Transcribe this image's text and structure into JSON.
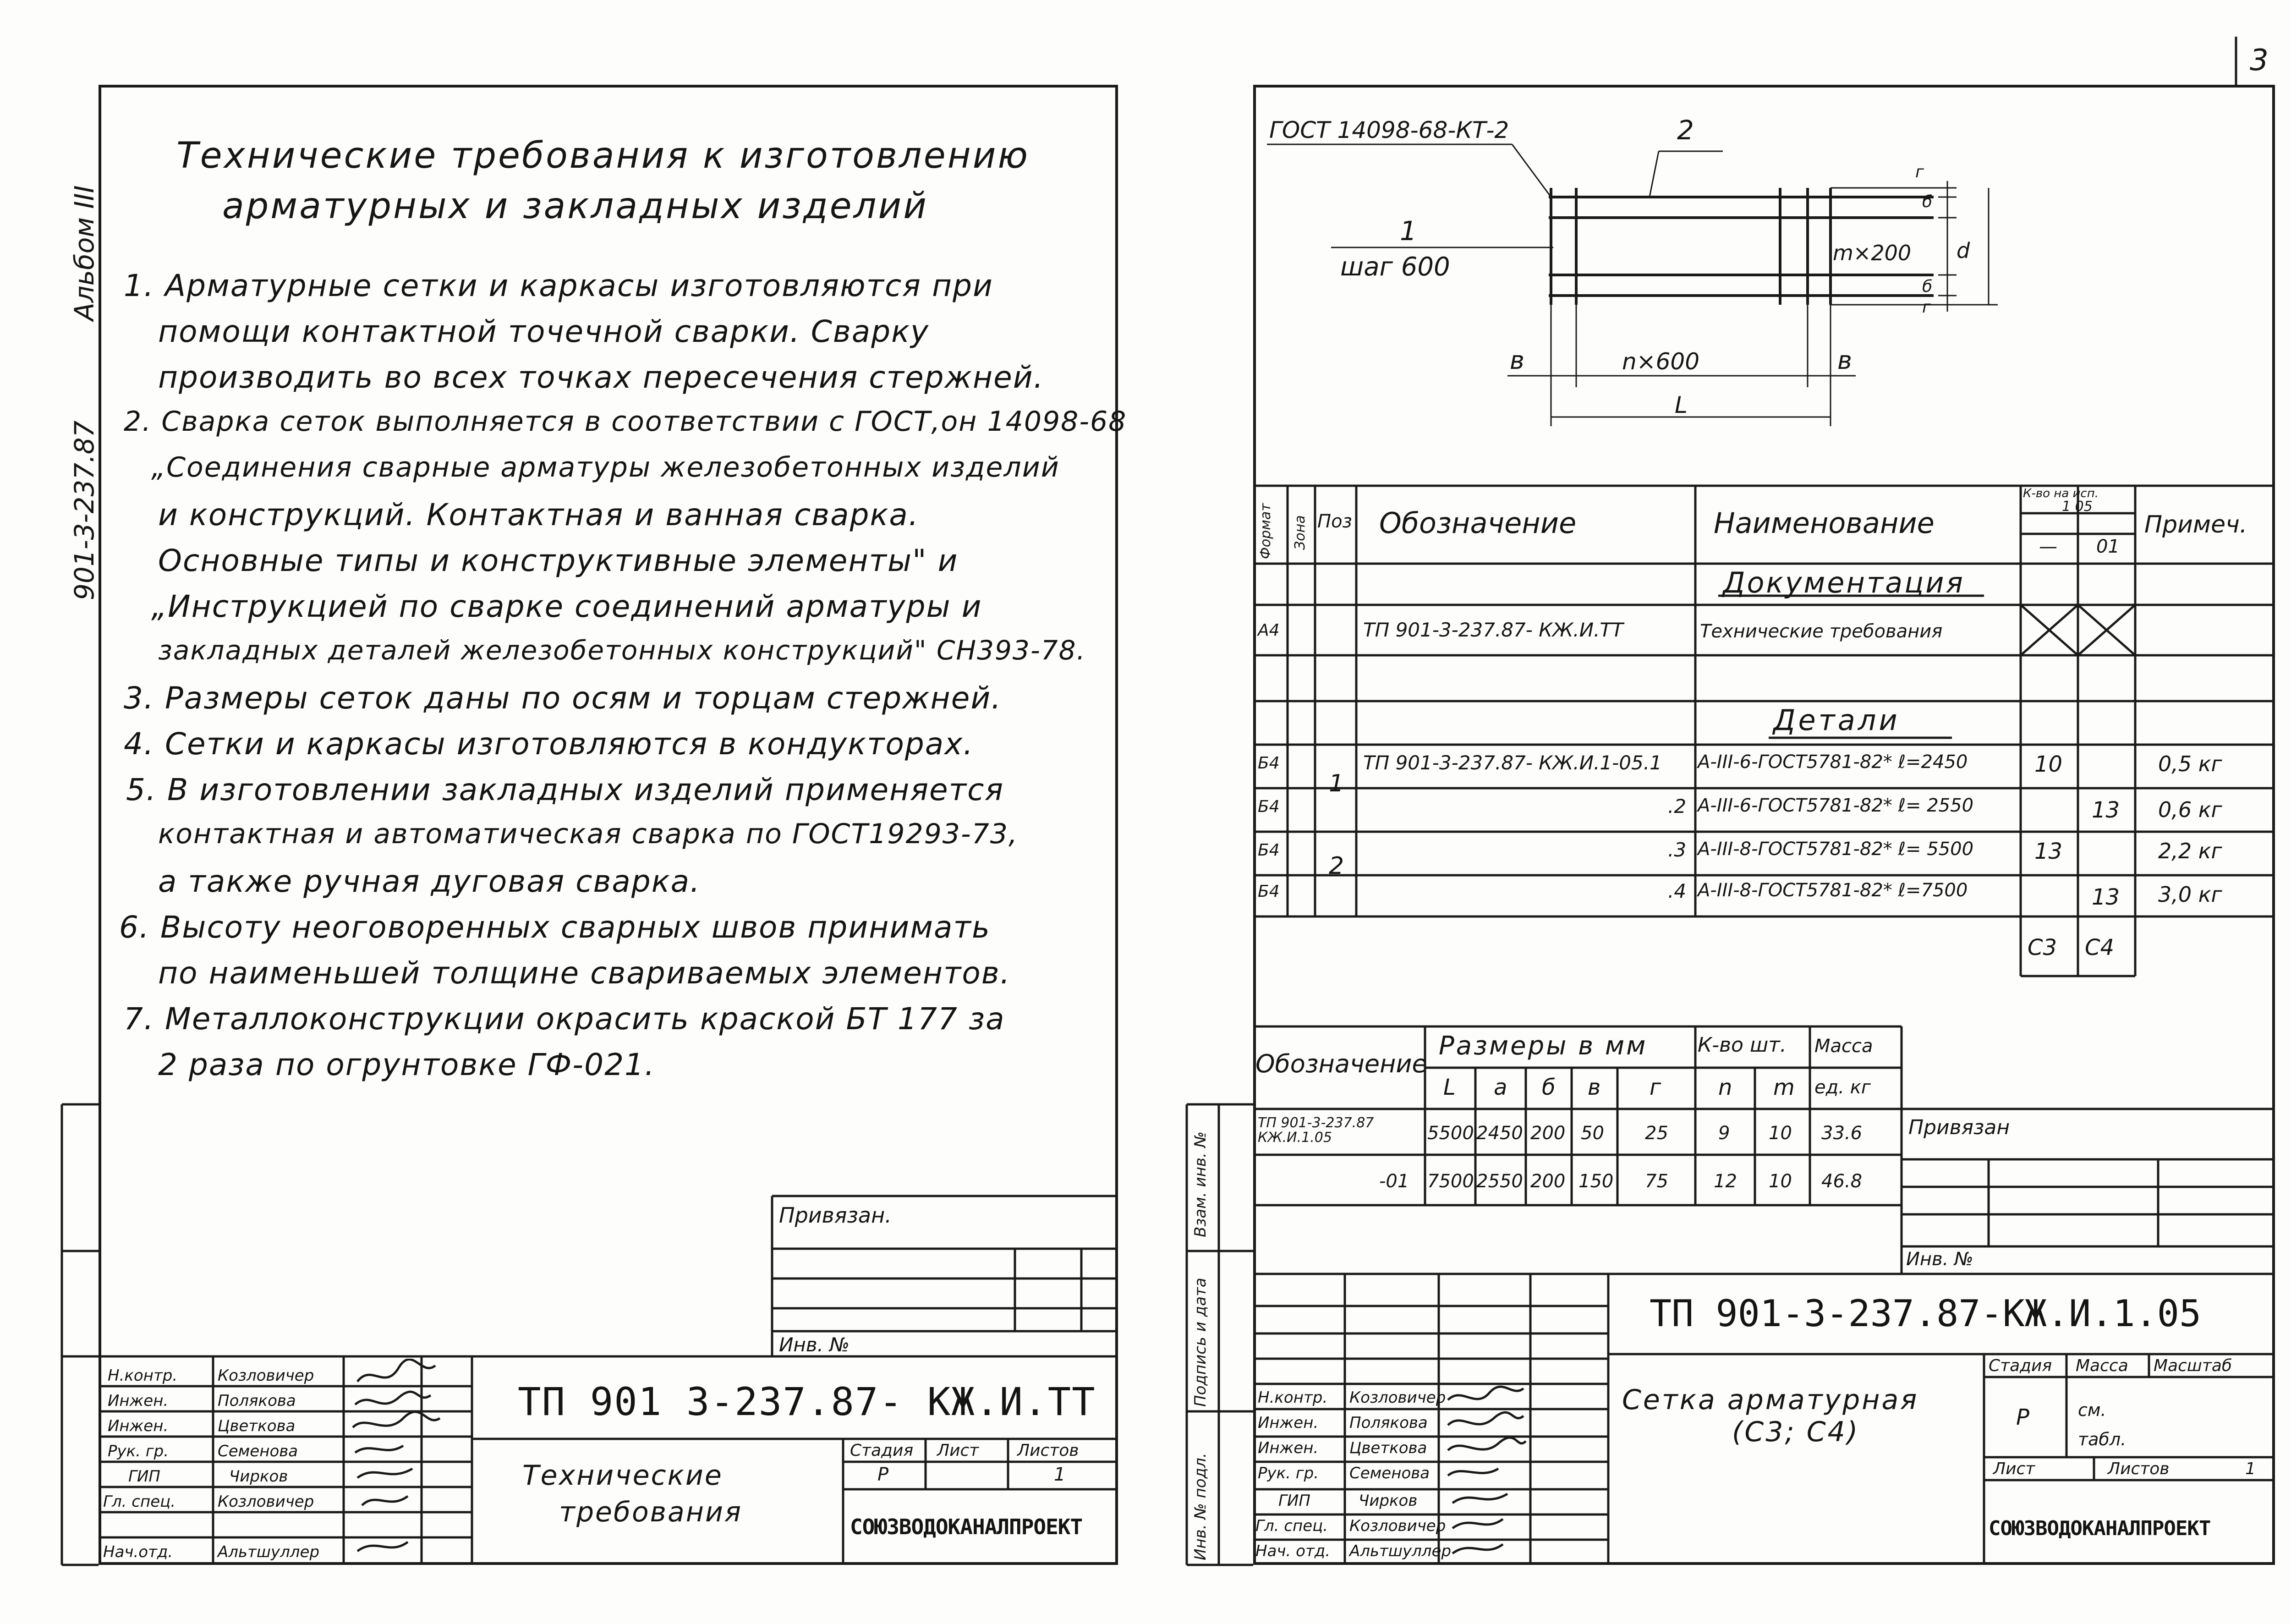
{
  "page_number": "3",
  "left_sheet": {
    "side_code": "901-3-237.87",
    "side_album": "Альбом III",
    "title_lines": [
      "Технические требования к изготовлению",
      "арматурных и закладных изделий"
    ],
    "requirements": [
      "1. Арматурные сетки и каркасы изготовляются при",
      "помощи контактной точечной сварки. Сварку",
      "производить во всех точках пересечения стержней.",
      "2. Сварка сеток выполняется в соответствии с ГОСТ,он 14098-68",
      "„Соединения сварные арматуры железобетонных изделий",
      "и конструкций. Контактная и ванная сварка.",
      "Основные типы и конструктивные элементы\" и",
      "„Инструкцией по сварке соединений арматуры и",
      "закладных деталей железобетонных конструкций\" СН393-78.",
      "3. Размеры сеток даны по осям и торцам стержней.",
      "4. Сетки и каркасы изготовляются в кондукторах.",
      "5. В изготовлении закладных изделий применяется",
      "контактная и автоматическая сварка по ГОСТ19293-73,",
      "а также ручная дуговая сварка.",
      "6. Высоту неоговоренных сварных швов принимать",
      "по наименьшей толщине свариваемых элементов.",
      "7. Металлоконструкции окрасить краской БТ 177 за",
      "2 раза по огрунтовке ГФ-021."
    ],
    "privyazan": "Привязан.",
    "inv": "Инв. №",
    "stamp": {
      "code": "ТП 901 3-237.87- КЖ.И.ТТ",
      "title": [
        "Технические",
        "требования"
      ],
      "stadiya_label": "Стадия",
      "list_label": "Лист",
      "listov_label": "Листов",
      "stadiya": "Р",
      "list": "",
      "listov": "1",
      "org": "СОЮЗВОДОКАНАЛПРОЕКТ",
      "roles": [
        "Н.контр.",
        "Инжен.",
        "Инжен.",
        "Рук. гр.",
        "ГИП",
        "Гл. спец.",
        "Нач.отд."
      ],
      "names": [
        "Козловичер",
        "Полякова",
        "Цветкова",
        "Семенова",
        "Чирков",
        "Козловичер",
        "Альтшуллер"
      ]
    }
  },
  "right_sheet": {
    "drawing": {
      "gost_note": "ГОСТ 14098-68-КТ-2",
      "pos2": "2",
      "pos1": "1",
      "step": "шаг 600",
      "m_dim": "m×200",
      "n_dim": "n×600",
      "L_dim": "L",
      "b_left": "в",
      "b_right": "в",
      "d_dim": "d",
      "g_top": "г",
      "g_bottom": "г",
      "b_top": "б",
      "b_bot": "б"
    },
    "spec": {
      "headers": {
        "format": "Формат",
        "zone": "Зона",
        "pos": "Поз",
        "oboz": "Обозначение",
        "naim": "Наименование",
        "kol": "К-во на исп.",
        "kol_sub": "1 05",
        "kol_dash": "—",
        "kol_01": "01",
        "prim": "Примеч."
      },
      "section_docs": "Документация",
      "section_details": "Детали",
      "doc_row": {
        "format": "А4",
        "oboz": "ТП 901-3-237.87- КЖ.И.ТТ",
        "naim": "Технические требования"
      },
      "rows": [
        {
          "format": "Б4",
          "pos": "1",
          "oboz": "ТП 901-3-237.87- КЖ.И.1-05.1",
          "naim": "А-III-6-ГОСТ5781-82* ℓ=2450",
          "k1": "10",
          "k2": "",
          "prim": "0,5 кг"
        },
        {
          "format": "Б4",
          "pos": "",
          "oboz": ".2",
          "naim": "А-III-6-ГОСТ5781-82* ℓ= 2550",
          "k1": "",
          "k2": "13",
          "prim": "0,6 кг"
        },
        {
          "format": "Б4",
          "pos": "2",
          "oboz": ".3",
          "naim": "А-III-8-ГОСТ5781-82* ℓ= 5500",
          "k1": "13",
          "k2": "",
          "prim": "2,2 кг"
        },
        {
          "format": "Б4",
          "pos": "",
          "oboz": ".4",
          "naim": "А-III-8-ГОСТ5781-82* ℓ=7500",
          "k1": "",
          "k2": "13",
          "prim": "3,0 кг"
        }
      ],
      "marks": {
        "c1": "С3",
        "c2": "С4"
      }
    },
    "dims_table": {
      "h_oboz": "Обозначение",
      "h_razm": "Размеры в мм",
      "h_kol": "К-во шт.",
      "h_mass": "Масса",
      "cols": [
        "L",
        "а",
        "б",
        "в",
        "г",
        "n",
        "m",
        "ед. кг"
      ],
      "rows": [
        {
          "oboz": "ТП 901-3-237.87 КЖ.И.1.05",
          "vals": [
            "5500",
            "2450",
            "200",
            "50",
            "25",
            "9",
            "10",
            "33.6"
          ]
        },
        {
          "oboz": "-01",
          "vals": [
            "7500",
            "2550",
            "200",
            "150",
            "75",
            "12",
            "10",
            "46.8"
          ]
        }
      ]
    },
    "privyazan": "Привязан",
    "inv": "Инв. №",
    "side_labels": [
      "Взам. инв. №",
      "Подпись и дата",
      "Инв. № подл."
    ],
    "stamp": {
      "code": "ТП 901-3-237.87-КЖ.И.1.05",
      "title": [
        "Сетка арматурная",
        "(С3; С4)"
      ],
      "stadiya_label": "Стадия",
      "massa_label": "Масса",
      "masshtab_label": "Масштаб",
      "stadiya": "Р",
      "massa": "см. табл.",
      "list_label": "Лист",
      "listov_label": "Листов",
      "listov": "1",
      "org": "СОЮЗВОДОКАНАЛПРОЕКТ",
      "roles": [
        "Н.контр.",
        "Инжен.",
        "Инжен.",
        "Рук. гр.",
        "ГИП",
        "Гл. спец.",
        "Нач. отд."
      ],
      "names": [
        "Козловичер",
        "Полякова",
        "Цветкова",
        "Семенова",
        "Чирков",
        "Козловичер",
        "Альтшуллер"
      ]
    }
  }
}
